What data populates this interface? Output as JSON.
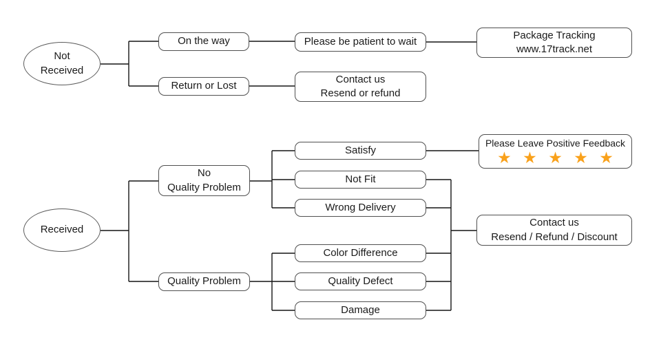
{
  "diagram": {
    "title": "Package received / not received customer service flowchart",
    "colors": {
      "background": "#ffffff",
      "line": "#141414",
      "box_border": "#4f4f4f",
      "text": "#1a1a1a",
      "star": "#F9A11B"
    },
    "nodes": {
      "not_received": {
        "line1": "Not",
        "line2": "Received"
      },
      "on_the_way": {
        "label": "On the way"
      },
      "return_or_lost": {
        "label": "Return or Lost"
      },
      "please_be_patient": {
        "label": "Please be patient to wait"
      },
      "package_tracking": {
        "line1": "Package Tracking",
        "line2": "www.17track.net"
      },
      "contact_resend_refund": {
        "line1": "Contact us",
        "line2": "Resend or refund"
      },
      "received": {
        "label": "Received"
      },
      "no_quality_problem": {
        "line1": "No",
        "line2": "Quality Problem"
      },
      "quality_problem": {
        "label": "Quality Problem"
      },
      "satisfy": {
        "label": "Satisfy"
      },
      "not_fit": {
        "label": "Not Fit"
      },
      "wrong_delivery": {
        "label": "Wrong Delivery"
      },
      "color_difference": {
        "label": "Color Difference"
      },
      "quality_defect": {
        "label": "Quality Defect"
      },
      "damage": {
        "label": "Damage"
      },
      "positive_feedback": {
        "title": "Please Leave Positive Feedback",
        "stars": "★ ★ ★ ★ ★",
        "star_count": 5
      },
      "contact_resend_refund_discount": {
        "line1": "Contact us",
        "line2": "Resend / Refund / Discount"
      }
    }
  }
}
